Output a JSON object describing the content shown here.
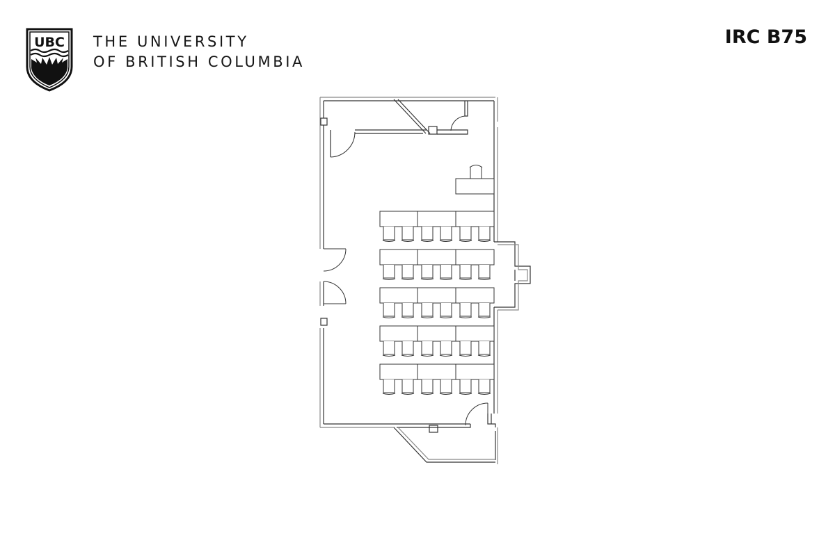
{
  "header": {
    "logo_text": "UBC",
    "university_line1": "THE UNIVERSITY",
    "university_line2": "OF BRITISH COLUMBIA",
    "room_code": "IRC B75"
  },
  "floor_plan": {
    "room": "IRC B75",
    "table_rows": 5,
    "tables_per_row": 3,
    "chairs_per_row": 6,
    "total_chairs": 30,
    "lectern": 1,
    "doors": 5,
    "line_color": "#333333",
    "wall_color": "#888888"
  }
}
